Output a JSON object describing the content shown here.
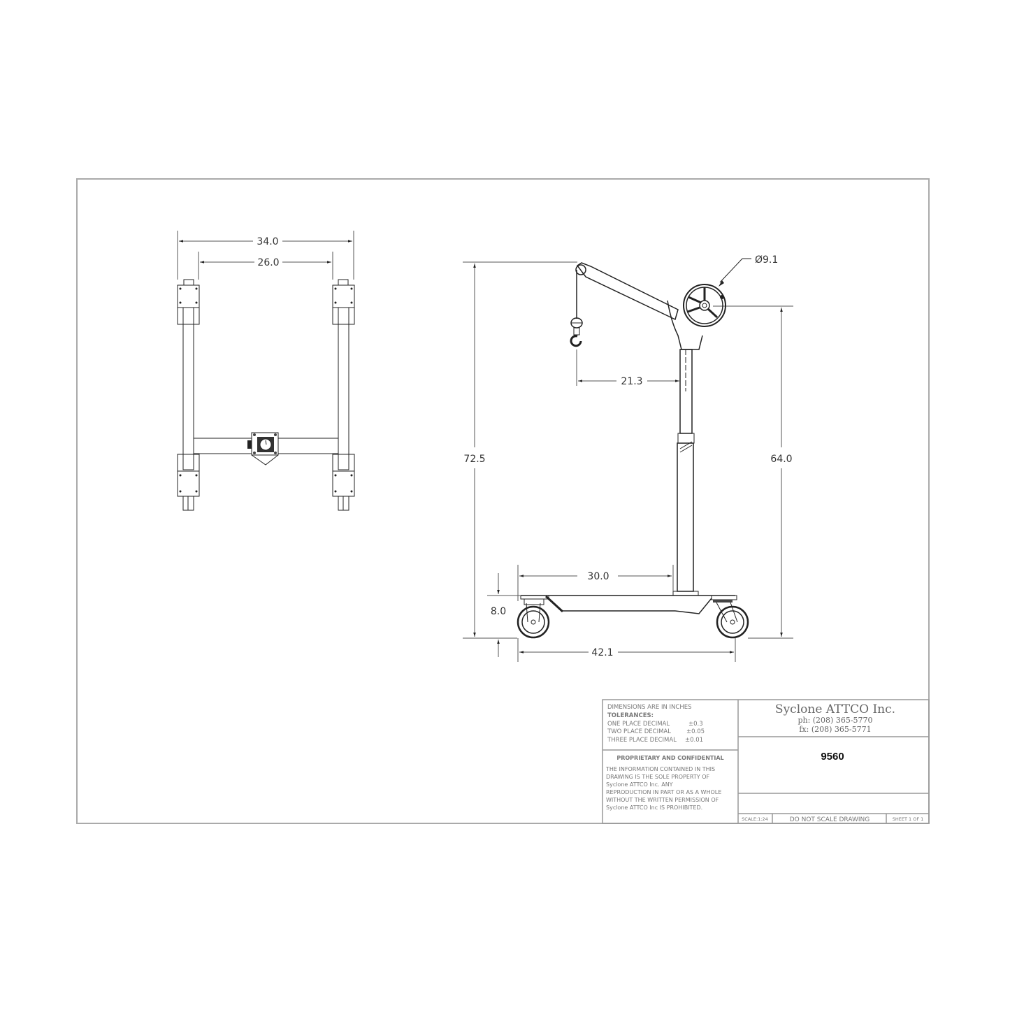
{
  "drawing": {
    "front_view": {
      "dimensions": {
        "overall_width": "34.0",
        "inner_width": "26.0"
      }
    },
    "side_view": {
      "dimensions": {
        "drum_diameter": "Ø9.1",
        "reach": "21.3",
        "overall_height": "72.5",
        "pivot_height": "64.0",
        "base_to_mast": "30.0",
        "base_height": "8.0",
        "overall_length": "42.1"
      }
    }
  },
  "title_block": {
    "units": "DIMENSIONS ARE IN INCHES",
    "tolerances_label": "TOLERANCES:",
    "tolerances": [
      {
        "label": "ONE PLACE DECIMAL",
        "value": "±0.3"
      },
      {
        "label": "TWO PLACE DECIMAL",
        "value": "±0.05"
      },
      {
        "label": "THREE PLACE DECIMAL",
        "value": "±0.01"
      }
    ],
    "proprietary_heading": "PROPRIETARY AND CONFIDENTIAL",
    "proprietary_lines": [
      "THE INFORMATION CONTAINED IN THIS",
      "DRAWING IS THE SOLE PROPERTY OF",
      "Syclone ATTCO Inc.  ANY",
      "REPRODUCTION IN PART OR AS A WHOLE",
      "WITHOUT THE WRITTEN PERMISSION OF",
      "Syclone ATTCO Inc IS PROHIBITED."
    ],
    "company": "Syclone ATTCO Inc.",
    "phone": "ph: (208) 365-5770",
    "fax": "fx: (208) 365-5771",
    "part_number": "9560",
    "scale": "SCALE:1:24",
    "scale_note": "DO  NOT  SCALE  DRAWING",
    "sheet": "SHEET 1 OF 1"
  }
}
